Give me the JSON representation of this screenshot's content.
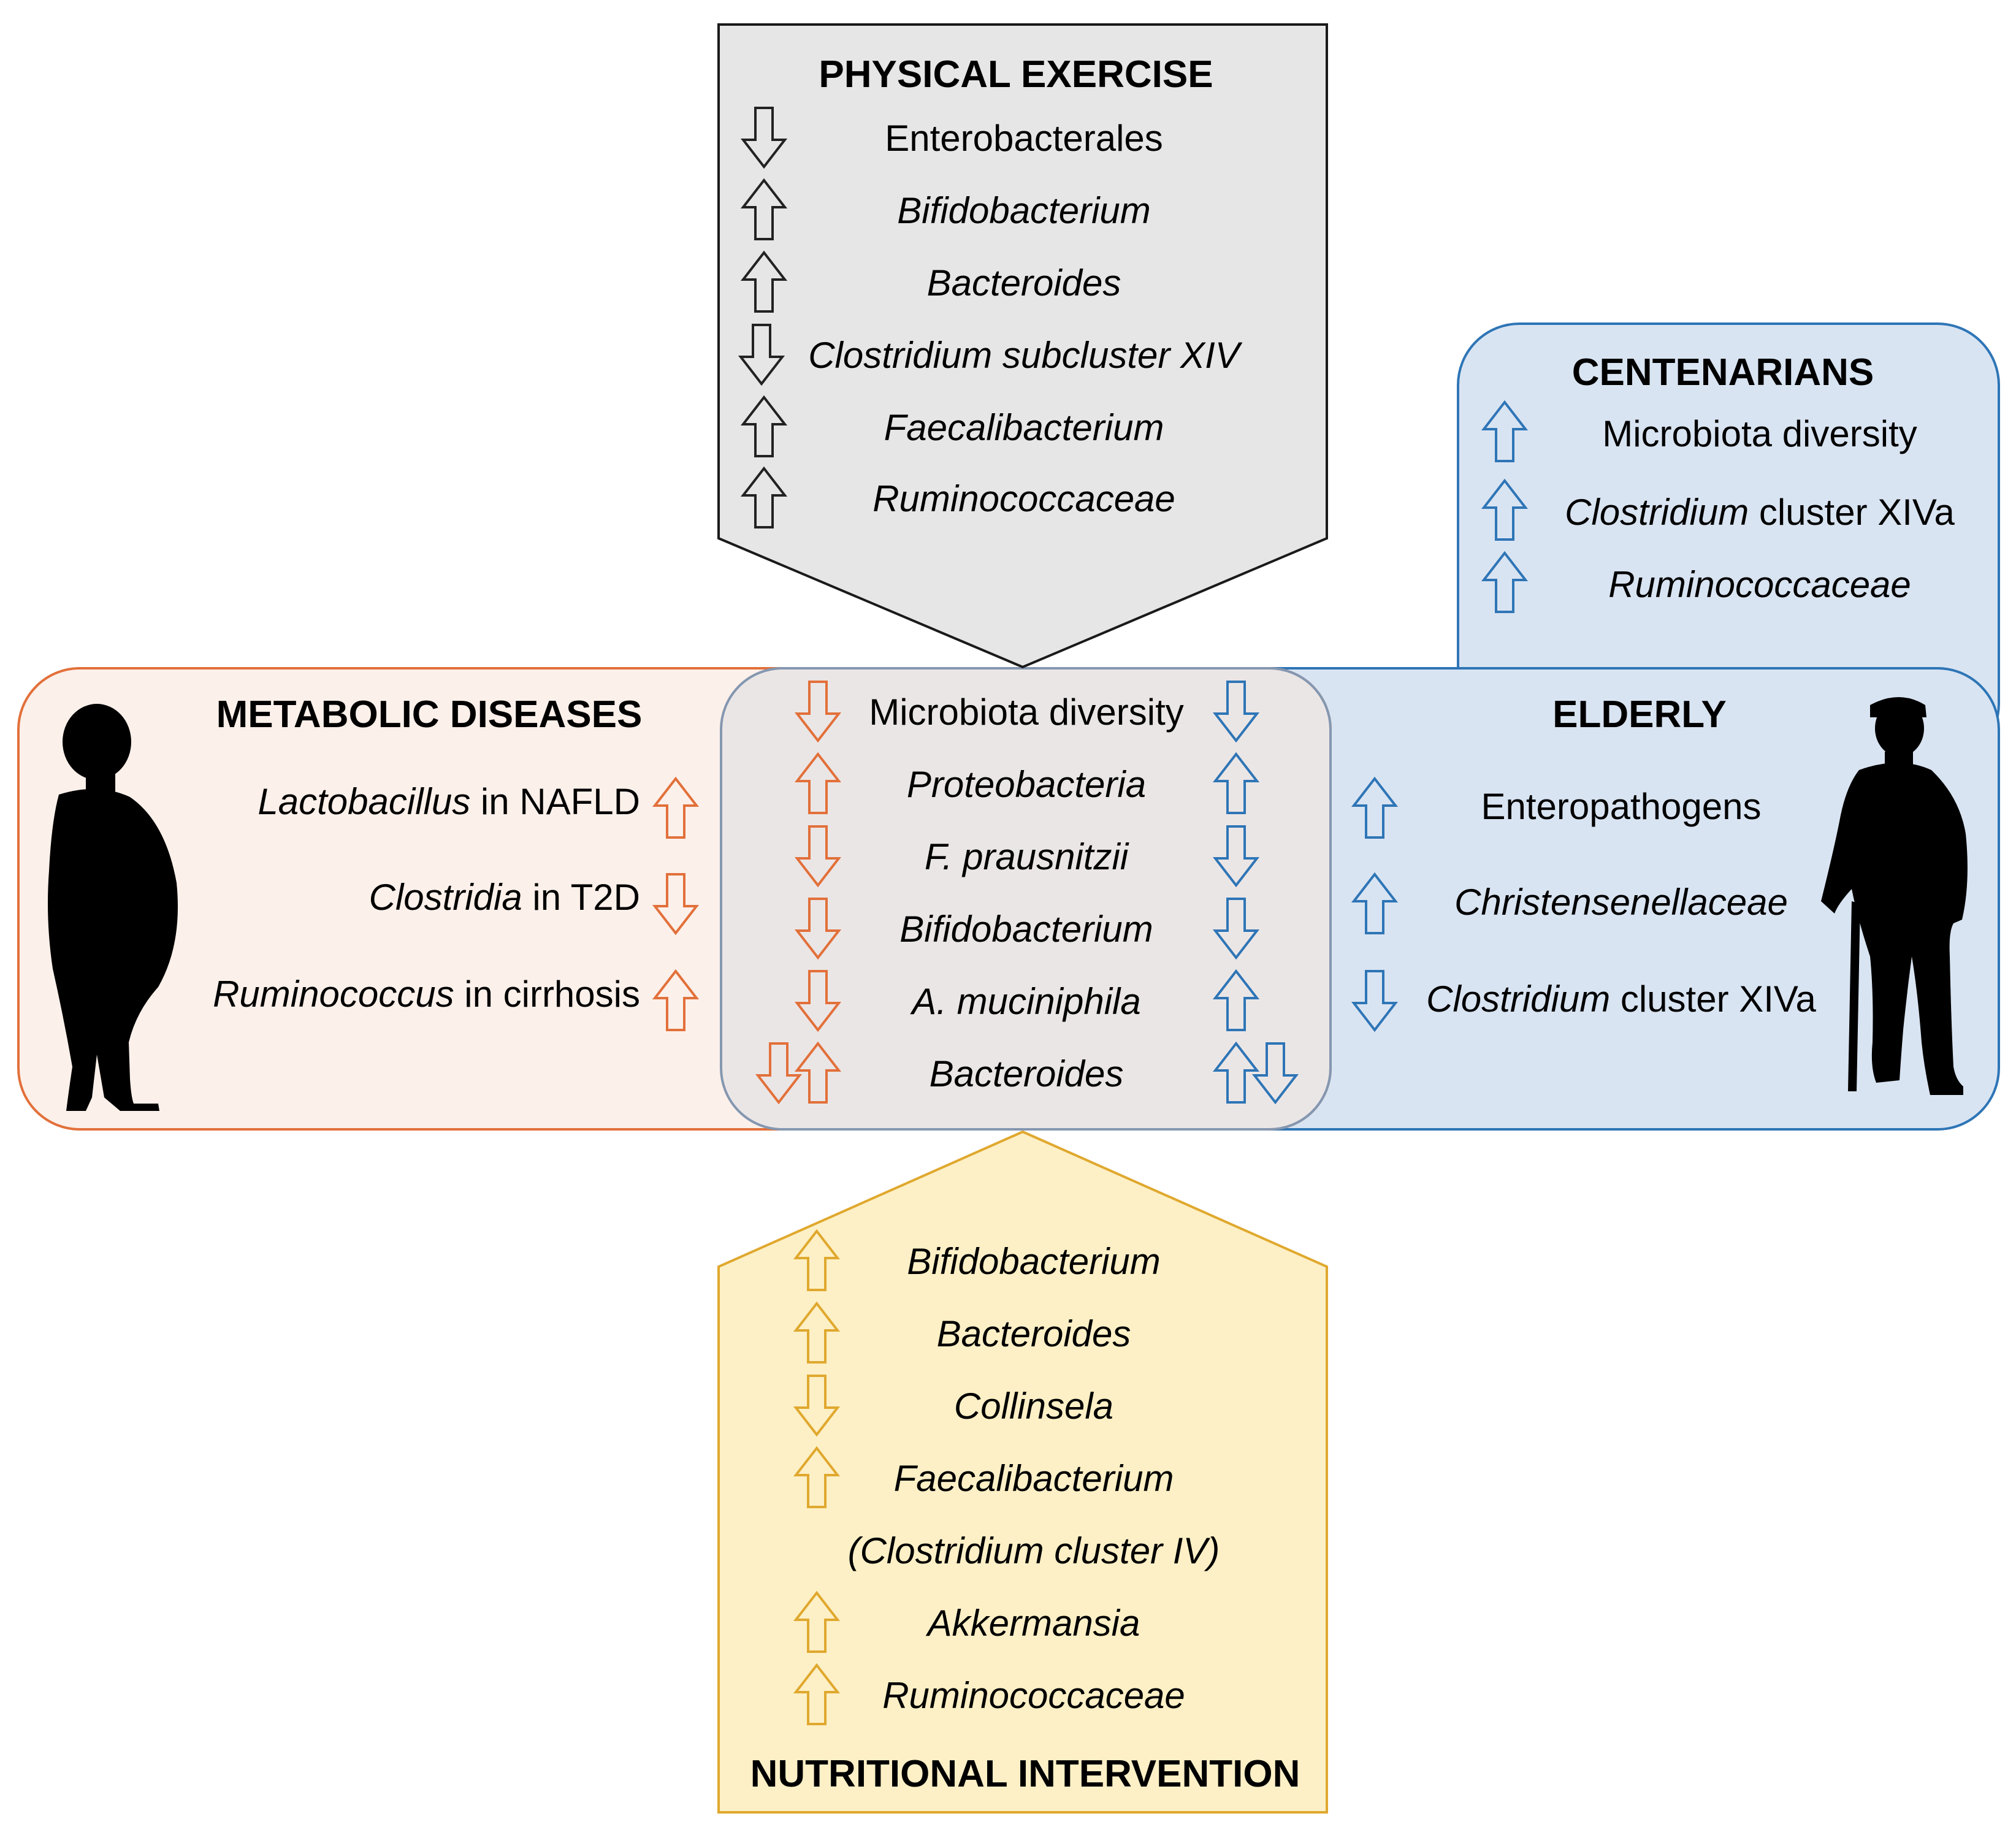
{
  "colors": {
    "grey_fill": "#e7e6e6",
    "grey_stroke": "#1a1a1a",
    "grey_arrow": "#222222",
    "orange_fill": "#fcf0ea",
    "orange_stroke": "#e2703a",
    "orange_arrow": "#e2703a",
    "blue_fill": "#d9e4f2",
    "blue_stroke": "#2e75b6",
    "blue_arrow": "#2e75b6",
    "overlap_fill": "#ebe6e6",
    "overlap_stroke": "#8497b0",
    "yellow_fill": "#fdf0c6",
    "yellow_stroke": "#e0a82e",
    "yellow_arrow": "#e0a82e",
    "silhouette": "#000000"
  },
  "physical_exercise": {
    "title": "PHYSICAL EXERCISE",
    "items": [
      {
        "arrow": "down",
        "parts": [
          {
            "text": "Enterobacterales",
            "italic": false
          }
        ]
      },
      {
        "arrow": "up",
        "parts": [
          {
            "text": "Bifidobacterium",
            "italic": true
          }
        ]
      },
      {
        "arrow": "up",
        "parts": [
          {
            "text": "Bacteroides",
            "italic": true
          }
        ]
      },
      {
        "arrow": "down",
        "parts": [
          {
            "text": "Clostridium subcluster XIV",
            "italic": true
          }
        ]
      },
      {
        "arrow": "up",
        "parts": [
          {
            "text": "Faecalibacterium",
            "italic": true
          }
        ]
      },
      {
        "arrow": "up",
        "parts": [
          {
            "text": "Ruminococcaceae",
            "italic": true
          }
        ]
      }
    ]
  },
  "centenarians": {
    "title": "CENTENARIANS",
    "items": [
      {
        "arrow": "up",
        "parts": [
          {
            "text": "Microbiota diversity",
            "italic": false
          }
        ]
      },
      {
        "arrow": "up",
        "parts": [
          {
            "text": "Clostridium",
            "italic": true
          },
          {
            "text": " cluster XIVa",
            "italic": false
          }
        ]
      },
      {
        "arrow": "up",
        "parts": [
          {
            "text": "Ruminococcaceae",
            "italic": true
          }
        ]
      }
    ]
  },
  "metabolic_diseases": {
    "title": "METABOLIC DISEASES",
    "items": [
      {
        "arrow": "up",
        "parts": [
          {
            "text": "Lactobacillus",
            "italic": true
          },
          {
            "text": " in NAFLD",
            "italic": false
          }
        ]
      },
      {
        "arrow": "down",
        "parts": [
          {
            "text": "Clostridia",
            "italic": true
          },
          {
            "text": " in T2D",
            "italic": false
          }
        ]
      },
      {
        "arrow": "up",
        "parts": [
          {
            "text": "Ruminococcus",
            "italic": true
          },
          {
            "text": " in cirrhosis",
            "italic": false
          }
        ]
      }
    ]
  },
  "elderly": {
    "title": "ELDERLY",
    "items": [
      {
        "arrow": "up",
        "parts": [
          {
            "text": "Enteropathogens",
            "italic": false
          }
        ]
      },
      {
        "arrow": "up",
        "parts": [
          {
            "text": "Christensenellaceae",
            "italic": true
          }
        ]
      },
      {
        "arrow": "down",
        "parts": [
          {
            "text": "Clostridium",
            "italic": true
          },
          {
            "text": " cluster XIVa",
            "italic": false
          }
        ]
      }
    ]
  },
  "shared": {
    "items": [
      {
        "left": [
          "down"
        ],
        "right": [
          "down"
        ],
        "parts": [
          {
            "text": "Microbiota diversity",
            "italic": false
          }
        ]
      },
      {
        "left": [
          "up"
        ],
        "right": [
          "up"
        ],
        "parts": [
          {
            "text": "Proteobacteria",
            "italic": true
          }
        ]
      },
      {
        "left": [
          "down"
        ],
        "right": [
          "down"
        ],
        "parts": [
          {
            "text": "F. prausnitzii",
            "italic": true
          }
        ]
      },
      {
        "left": [
          "down"
        ],
        "right": [
          "down"
        ],
        "parts": [
          {
            "text": "Bifidobacterium",
            "italic": true
          }
        ]
      },
      {
        "left": [
          "down"
        ],
        "right": [
          "up"
        ],
        "parts": [
          {
            "text": "A. muciniphila",
            "italic": true
          }
        ]
      },
      {
        "left": [
          "down",
          "up"
        ],
        "right": [
          "up",
          "down"
        ],
        "parts": [
          {
            "text": "Bacteroides",
            "italic": true
          }
        ]
      }
    ]
  },
  "nutritional_intervention": {
    "title": "NUTRITIONAL INTERVENTION",
    "items": [
      {
        "arrow": "up",
        "parts": [
          {
            "text": "Bifidobacterium",
            "italic": true
          }
        ]
      },
      {
        "arrow": "up",
        "parts": [
          {
            "text": "Bacteroides",
            "italic": true
          }
        ]
      },
      {
        "arrow": "down",
        "parts": [
          {
            "text": "Collinsela",
            "italic": true
          }
        ]
      },
      {
        "arrow": "up",
        "parts": [
          {
            "text": "Faecalibacterium",
            "italic": true
          }
        ]
      },
      {
        "arrow": "none",
        "parts": [
          {
            "text": "(Clostridium cluster IV)",
            "italic": true
          }
        ]
      },
      {
        "arrow": "up",
        "parts": [
          {
            "text": "Akkermansia",
            "italic": true
          }
        ]
      },
      {
        "arrow": "up",
        "parts": [
          {
            "text": "Ruminococcaceae",
            "italic": true
          }
        ]
      }
    ]
  }
}
